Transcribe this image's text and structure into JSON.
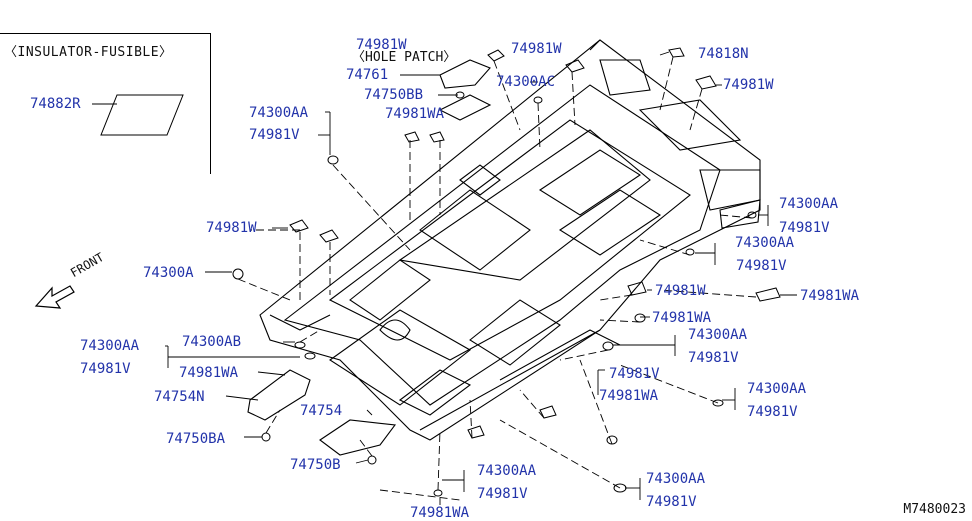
{
  "inset": {
    "title": "〈INSULATOR-FUSIBLE〉",
    "part": "74882R"
  },
  "front_label": "FRONT",
  "figure_code": "M7480023",
  "parts": {
    "p74981W_hole": "74981W",
    "hole_patch": "〈HOLE PATCH〉",
    "p74761": "74761",
    "p74750BB": "74750BB",
    "p74981W_top": "74981W",
    "p74300AC": "74300AC",
    "p74818N": "74818N",
    "p74981W_right": "74981W",
    "p74300AA_left": "74300AA",
    "p74981V_left": "74981V",
    "p74981WA_top": "74981WA",
    "p74981W_left": "74981W",
    "p74300A": "74300A",
    "p74300AA_r1": "74300AA",
    "p74981V_r1": "74981V",
    "p74300AA_r2": "74300AA",
    "p74981V_r2": "74981V",
    "p74981W_mid": "74981W",
    "p74981WA_r": "74981WA",
    "p74981WA_mid": "74981WA",
    "p74300AA_mid": "74300AA",
    "p74981V_mid": "74981V",
    "p74300AA_bl": "74300AA",
    "p74981V_bl": "74981V",
    "p74300AB": "74300AB",
    "p74981WA_bl": "74981WA",
    "p74754N": "74754N",
    "p74754": "74754",
    "p74750BA": "74750BA",
    "p74750B": "74750B",
    "p74981V_c": "74981V",
    "p74981WA_c": "74981WA",
    "p74300AA_br": "74300AA",
    "p74981V_br": "74981V",
    "p74300AA_b": "74300AA",
    "p74981V_b": "74981V",
    "p74981WA_b": "74981WA",
    "p74300AA_b2": "74300AA",
    "p74981V_b2": "74981V"
  },
  "colors": {
    "label": "#2233aa",
    "line": "#000000",
    "background": "#ffffff"
  }
}
